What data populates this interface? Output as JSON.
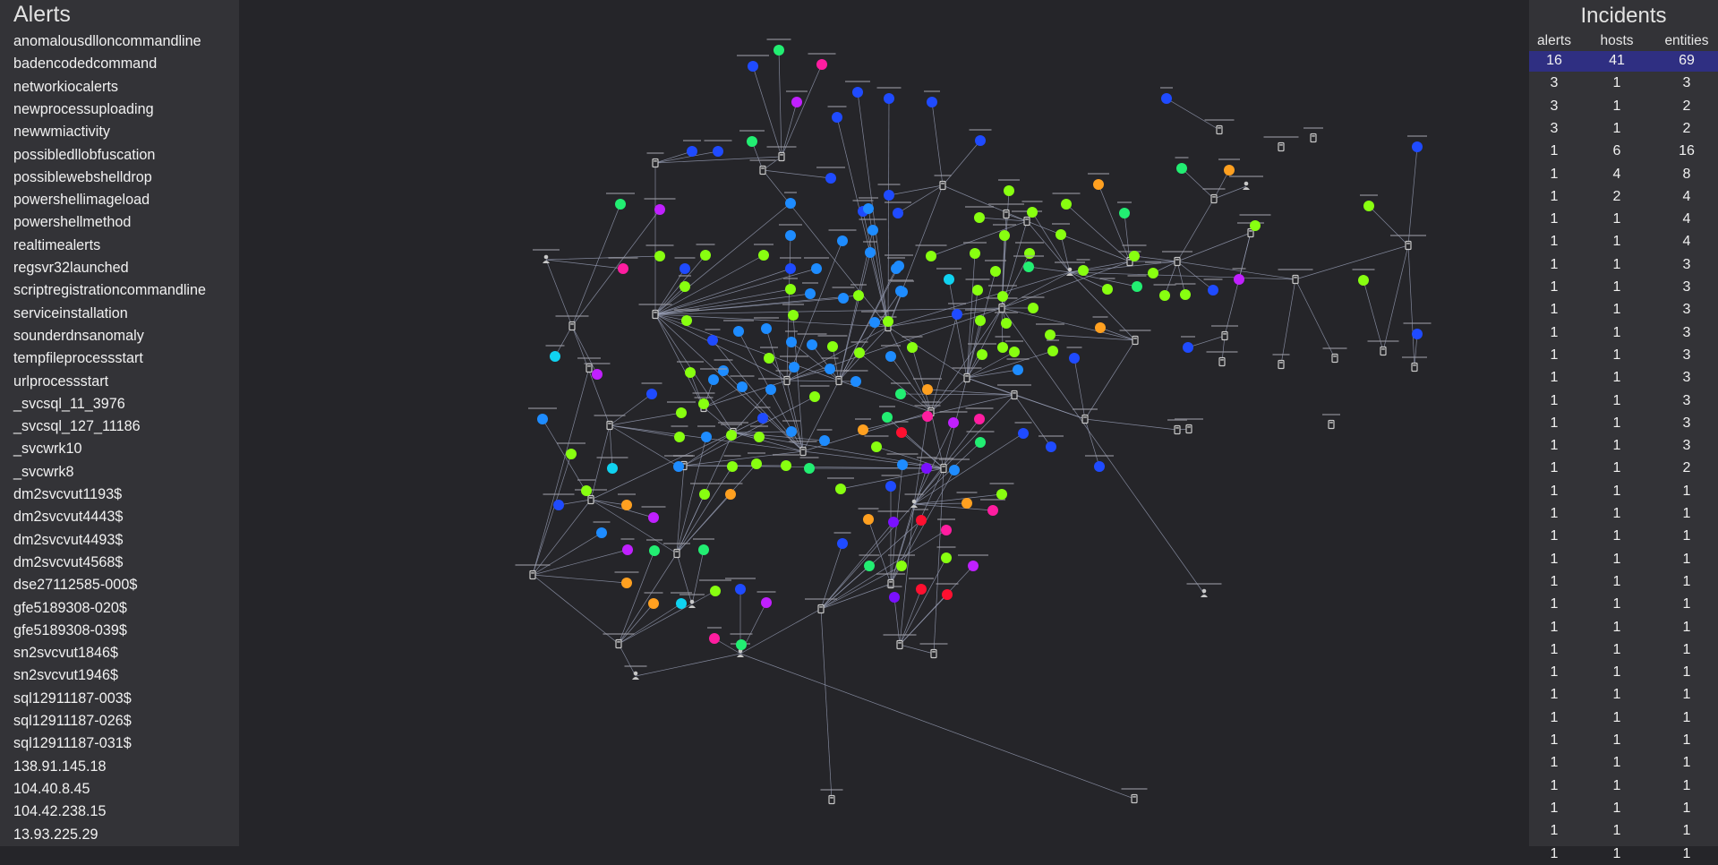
{
  "alerts_panel": {
    "title": "Alerts",
    "items": [
      "anomalousdlloncommandline",
      "badencodedcommand",
      "networkiocalerts",
      "newprocessuploading",
      "newwmiactivity",
      "possibledllobfuscation",
      "possiblewebshelldrop",
      "powershellimageload",
      "powershellmethod",
      "realtimealerts",
      "regsvr32launched",
      "scriptregistrationcommandline",
      "serviceinstallation",
      "sounderdnsanomaly",
      "tempfileprocessstart",
      "urlprocessstart",
      "_svcsql_11_3976",
      "_svcsql_127_11186",
      "_svcwrk10",
      "_svcwrk8",
      "dm2svcvut1193$",
      "dm2svcvut4443$",
      "dm2svcvut4493$",
      "dm2svcvut4568$",
      "dse27112585-000$",
      "gfe5189308-020$",
      "gfe5189308-039$",
      "sn2svcvut1846$",
      "sn2svcvut1946$",
      "sql12911187-003$",
      "sql12911187-026$",
      "sql12911187-031$",
      "138.91.145.18",
      "104.40.8.45",
      "104.42.238.15",
      "13.93.225.29"
    ]
  },
  "incidents_panel": {
    "title": "Incidents",
    "columns": [
      "alerts",
      "hosts",
      "entities"
    ],
    "rows": [
      [
        16,
        41,
        69
      ],
      [
        3,
        1,
        3
      ],
      [
        3,
        1,
        2
      ],
      [
        3,
        1,
        2
      ],
      [
        1,
        6,
        16
      ],
      [
        1,
        4,
        8
      ],
      [
        1,
        2,
        4
      ],
      [
        1,
        1,
        4
      ],
      [
        1,
        1,
        4
      ],
      [
        1,
        1,
        3
      ],
      [
        1,
        1,
        3
      ],
      [
        1,
        1,
        3
      ],
      [
        1,
        1,
        3
      ],
      [
        1,
        1,
        3
      ],
      [
        1,
        1,
        3
      ],
      [
        1,
        1,
        3
      ],
      [
        1,
        1,
        3
      ],
      [
        1,
        1,
        3
      ],
      [
        1,
        1,
        2
      ],
      [
        1,
        1,
        1
      ],
      [
        1,
        1,
        1
      ],
      [
        1,
        1,
        1
      ],
      [
        1,
        1,
        1
      ],
      [
        1,
        1,
        1
      ],
      [
        1,
        1,
        1
      ],
      [
        1,
        1,
        1
      ],
      [
        1,
        1,
        1
      ],
      [
        1,
        1,
        1
      ],
      [
        1,
        1,
        1
      ],
      [
        1,
        1,
        1
      ],
      [
        1,
        1,
        1
      ],
      [
        1,
        1,
        1
      ],
      [
        1,
        1,
        1
      ],
      [
        1,
        1,
        1
      ],
      [
        1,
        1,
        1
      ],
      [
        1,
        1,
        1
      ]
    ],
    "selected_row": 0
  },
  "graph": {
    "edge_color": "#9aa0b8",
    "node_colors": {
      "blue": "#1f4bff",
      "azure": "#1e8cff",
      "cyan": "#10d2f0",
      "green": "#22ee72",
      "lime": "#88ff10",
      "orange": "#ffa020",
      "magenta": "#ff1da0",
      "purple": "#c020ff",
      "violet": "#7a10ff",
      "red": "#ff1030"
    },
    "icon_color": "#c8c8c8"
  }
}
